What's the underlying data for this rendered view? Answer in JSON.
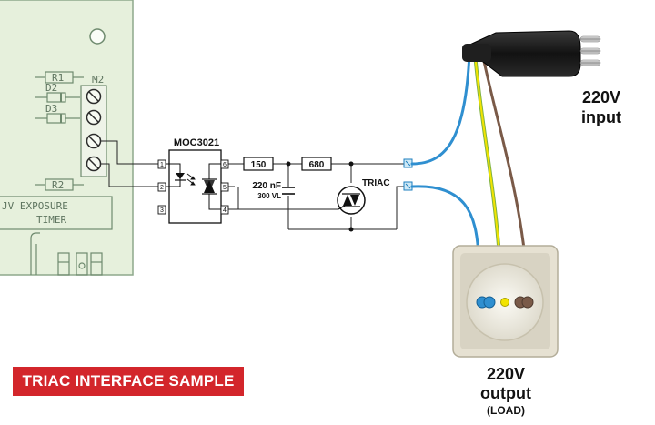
{
  "pcb": {
    "labels": {
      "r1": "R1",
      "d2": "D2",
      "d3": "D3",
      "m2": "M2",
      "r2": "R2",
      "title_line1": "JV EXPOSURE",
      "title_line2": "TIMER"
    }
  },
  "optocoupler": {
    "name": "MOC3021",
    "pins": [
      "1",
      "2",
      "3",
      "4",
      "5",
      "6"
    ]
  },
  "components": {
    "resistor1": "150",
    "resistor2": "680",
    "capacitor_value": "220 nF",
    "capacitor_voltage": "300 VL",
    "triac": "TRIAC"
  },
  "plug": {
    "line1": "220V",
    "line2": "input"
  },
  "socket": {
    "line1": "220V",
    "line2": "output",
    "line3": "(LOAD)"
  },
  "banner": "TRIAC INTERFACE SAMPLE",
  "colors": {
    "pcb_board": "#e6f0dc",
    "pcb_trace": "#6e8a6e",
    "wire_blue": "#2f8fd0",
    "wire_yellow": "#f2e400",
    "wire_green": "#7fb241",
    "wire_brown": "#7a5a48",
    "banner_red": "#d3262b"
  }
}
